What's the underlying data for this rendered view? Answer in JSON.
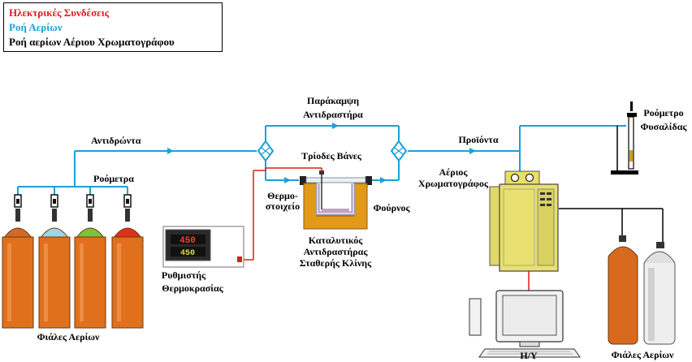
{
  "legend": {
    "electrical": "Ηλεκτρικές Συνδέσεις",
    "gas_flow": "Ροή Αερίων",
    "gc_gas_flow": "Ροή αερίων Αέριου Χρωματογράφου",
    "colors": {
      "electrical": "#e01b1b",
      "gas_flow": "#1aa0d8",
      "gc_gas_flow": "#000000"
    }
  },
  "labels": {
    "reactants": "Αντιδρώντα",
    "flowmeters": "Ροόμετρα",
    "gas_cylinders": "Φιάλες Αερίων",
    "bypass_line1": "Παράκαμψη",
    "bypass_line2": "Αντιδραστήρα",
    "three_way_valves": "Τρίοδες Βάνες",
    "products": "Προϊόντα",
    "gc_line1": "Αέριος",
    "gc_line2": "Χρωματογράφος",
    "bubble_meter_line1": "Ροόμετρο",
    "bubble_meter_line2": "Φυσαλίδας",
    "thermocouple_line1": "Θερμο-",
    "thermocouple_line2": "στοιχείο",
    "furnace": "Φούρνος",
    "reactor_line1": "Καταλυτικός",
    "reactor_line2": "Αντιδραστήρας",
    "reactor_line3": "Σταθερής Κλίνης",
    "controller_line1": "Ρυθμιστής",
    "controller_line2": "Θερμοκρασίας",
    "pc": "Η/Υ",
    "gc_cylinders": "Φιάλες Αερίων",
    "controller_display": "450",
    "controller_display2": "450"
  },
  "cylinders": [
    {
      "color": "#e0701c",
      "cap": "#d06a2a"
    },
    {
      "color": "#e0701c",
      "cap": "#9fd6e6"
    },
    {
      "color": "#e0701c",
      "cap": "#7cc23a"
    },
    {
      "color": "#e0701c",
      "cap": "#e0301c"
    }
  ],
  "gc_cylinders_colors": [
    "#d86a20",
    "#e0e0e0"
  ]
}
